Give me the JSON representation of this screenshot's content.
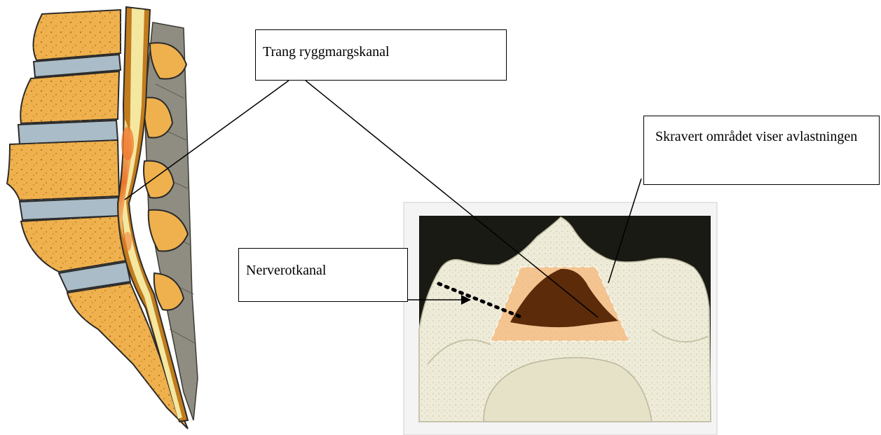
{
  "labels": {
    "trang": "Trang ryggmargskanal",
    "skravert": "Skravert området viser avlastningen",
    "nerverot": "Nerverotkanal"
  },
  "colors": {
    "bone": "#efb14d",
    "bone_dark": "#c27c1e",
    "disc": "#a9bcc7",
    "cord": "#f4e7a0",
    "inflamed": "#f0742a",
    "photo_bg": "#1a1a14",
    "vertebra_photo": "#ece9d3",
    "highlight": "#f6b77a"
  }
}
